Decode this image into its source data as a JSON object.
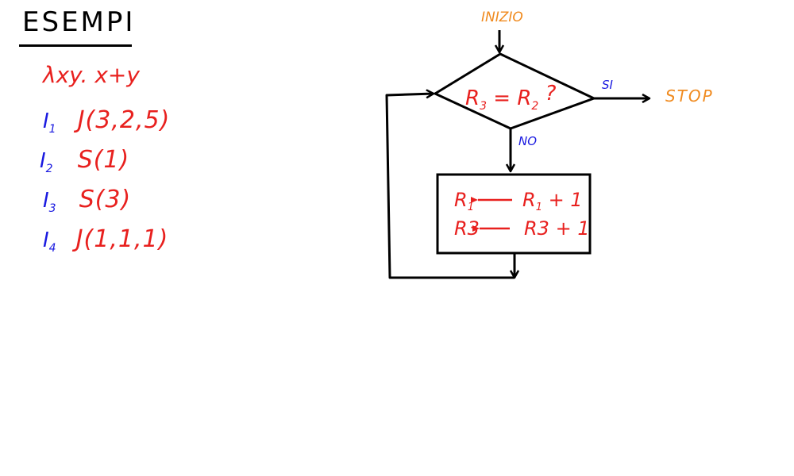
{
  "title": "ESEMPI",
  "lambda_expr": "λxy. x+y",
  "instructions": [
    {
      "label": "I",
      "sub": "1",
      "op": "J(3,2,5)"
    },
    {
      "label": "I",
      "sub": "2",
      "op": "S(1)"
    },
    {
      "label": "I",
      "sub": "3",
      "op": "S(3)"
    },
    {
      "label": "I",
      "sub": "4",
      "op": "J(1,1,1)"
    }
  ],
  "flowchart": {
    "start": "INIZIO",
    "decision": {
      "main": "R",
      "sub1": "3",
      "eq": " = R",
      "sub2": "2",
      "q": " ?"
    },
    "yes": "SI",
    "no": "NO",
    "stop": "STOP",
    "box_line1": {
      "lhs": "R",
      "lhs_sub": "1",
      "rhs": "R",
      "rhs_sub": "1",
      "plus": " + 1"
    },
    "box_line2": {
      "lhs": "R3",
      "rhs": "R3",
      "plus": " + 1"
    }
  },
  "colors": {
    "ink": "#000000",
    "red": "#e8201e",
    "blue": "#1a1ae0",
    "orange": "#f08a1e"
  }
}
